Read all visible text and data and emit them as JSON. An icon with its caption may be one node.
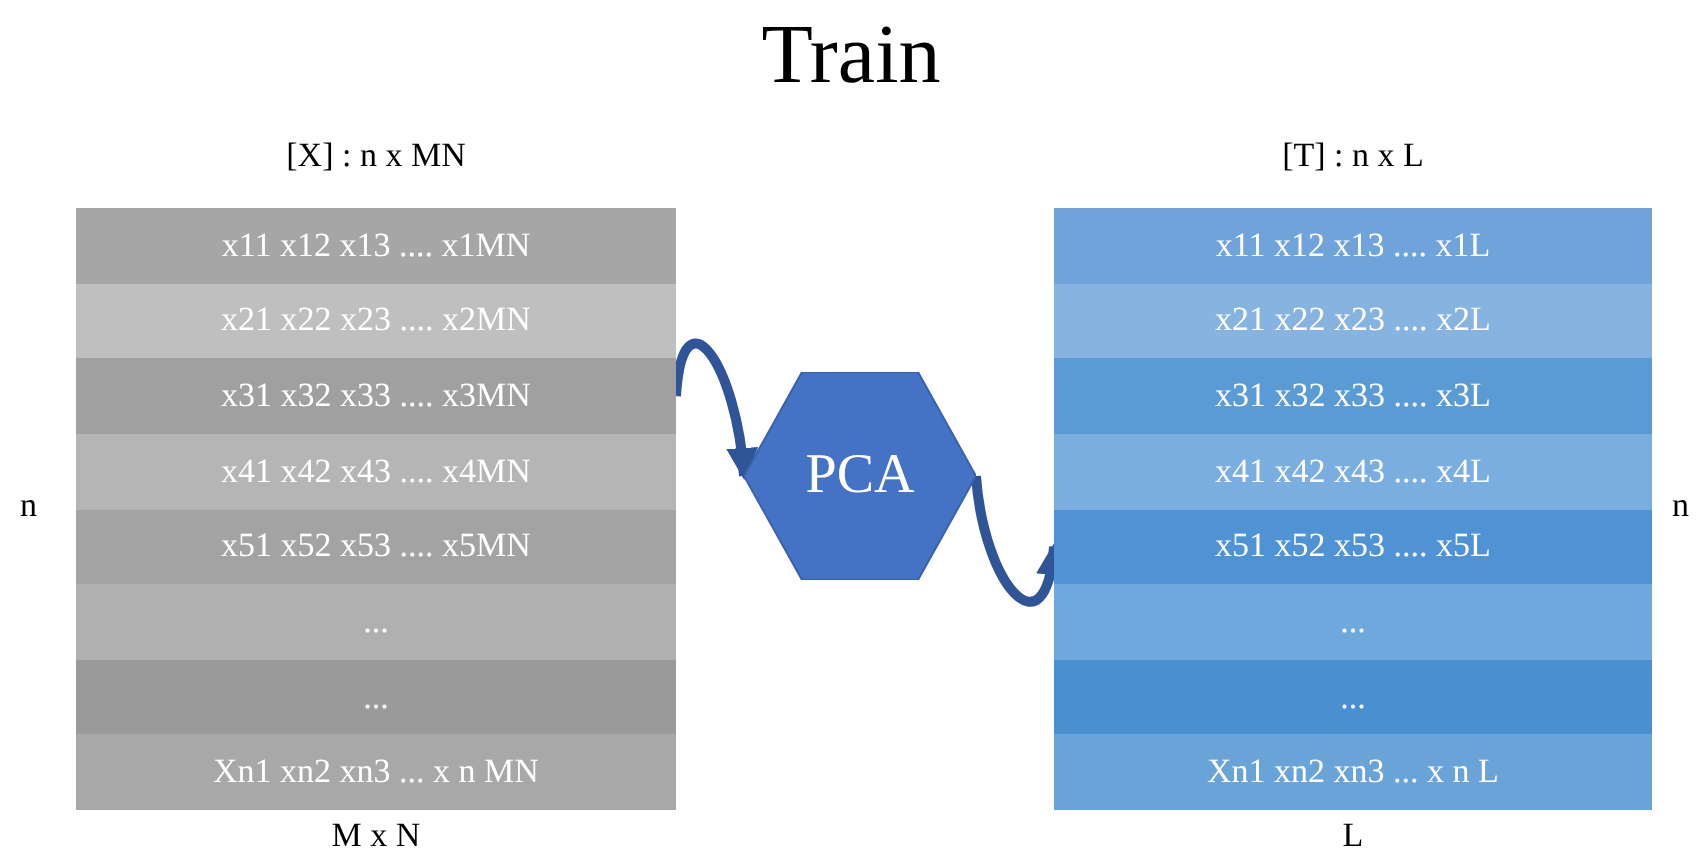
{
  "diagram": {
    "title": "Train",
    "nodes": [
      {
        "text": [
          "[X] : n x MN"
        ],
        "beside": [
          "n",
          "M x N"
        ]
      },
      {
        "text": [
          "x11 x12 x13 .... x1MN"
        ],
        "in": 0
      },
      {
        "text": [
          "x21 x22 x23 .... x2MN"
        ],
        "in": 0
      },
      {
        "text": [
          "x31 x32 x33 .... x3MN"
        ],
        "in": 0
      },
      {
        "text": [
          "x41 x42 x43 .... x4MN"
        ],
        "in": 0
      },
      {
        "text": [
          "x51 x52 x53 .... x5MN"
        ],
        "in": 0
      },
      {
        "text": [
          "..."
        ],
        "in": 0
      },
      {
        "text": [
          "..."
        ],
        "in": 0
      },
      {
        "text": [
          "Xn1 xn2 xn3 ... x n MN"
        ],
        "in": 0
      },
      {
        "text": [
          "PCA"
        ]
      },
      {
        "text": [
          "[T] : n x L"
        ],
        "beside": [
          "n",
          "L"
        ]
      },
      {
        "text": [
          "x11 x12 x13 .... x1L"
        ],
        "in": 10
      },
      {
        "text": [
          "x21 x22 x23 .... x2L"
        ],
        "in": 10
      },
      {
        "text": [
          "x31 x32 x33 .... x3L"
        ],
        "in": 10
      },
      {
        "text": [
          "x41 x42 x43 .... x4L"
        ],
        "in": 10
      },
      {
        "text": [
          "x51 x52 x53 .... x5L"
        ],
        "in": 10
      },
      {
        "text": [
          "..."
        ],
        "in": 10
      },
      {
        "text": [
          "..."
        ],
        "in": 10
      },
      {
        "text": [
          "Xn1 xn2 xn3 ... x n L"
        ],
        "in": 10
      }
    ],
    "edges": [
      {
        "from": 3,
        "to": 9,
        "arrow": "to"
      },
      {
        "from": 9,
        "to": 15,
        "arrow": "to"
      }
    ]
  }
}
